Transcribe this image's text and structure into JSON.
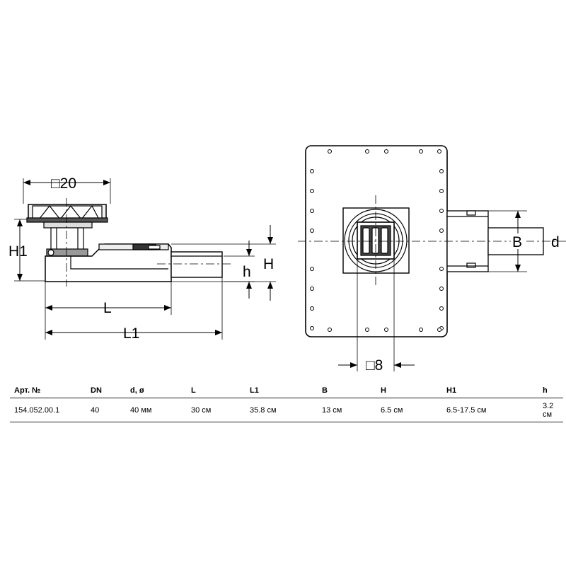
{
  "diagram": {
    "side_view": {
      "label_top_width": "□20",
      "label_H1": "H1",
      "label_H": "H",
      "label_h": "h",
      "label_L": "L",
      "label_L1": "L1"
    },
    "top_view": {
      "label_B": "B",
      "label_d": "d",
      "label_grate": "□8"
    }
  },
  "table": {
    "headers": [
      "Арт. №",
      "DN",
      "d, ø",
      "L",
      "L1",
      "B",
      "H",
      "H1",
      "h"
    ],
    "rows": [
      [
        "154.052.00.1",
        "40",
        "40 мм",
        "30 см",
        "35.8 см",
        "13 см",
        "6.5 см",
        "6.5-17.5 см",
        "3.2 см"
      ]
    ]
  }
}
